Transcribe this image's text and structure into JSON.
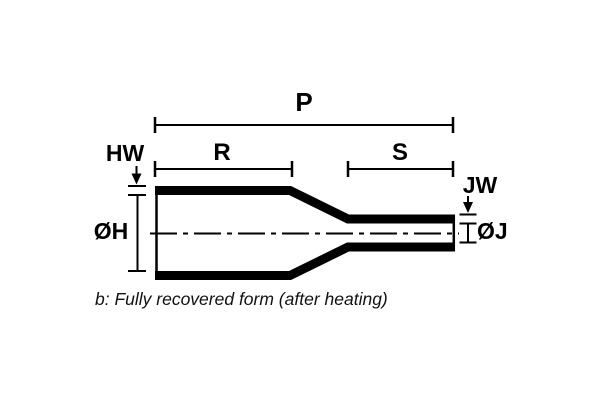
{
  "figure": {
    "caption": "b: Fully recovered form (after heating)",
    "dimension_labels": {
      "overall_length": "P",
      "large_section_length": "R",
      "small_section_length": "S",
      "large_wall_thickness": "HW",
      "large_inner_diameter": "ØH",
      "small_wall_thickness": "JW",
      "small_inner_diameter": "ØJ"
    },
    "colors": {
      "ink": "#000000",
      "caption_text": "#111111",
      "background": "#ffffff"
    }
  }
}
